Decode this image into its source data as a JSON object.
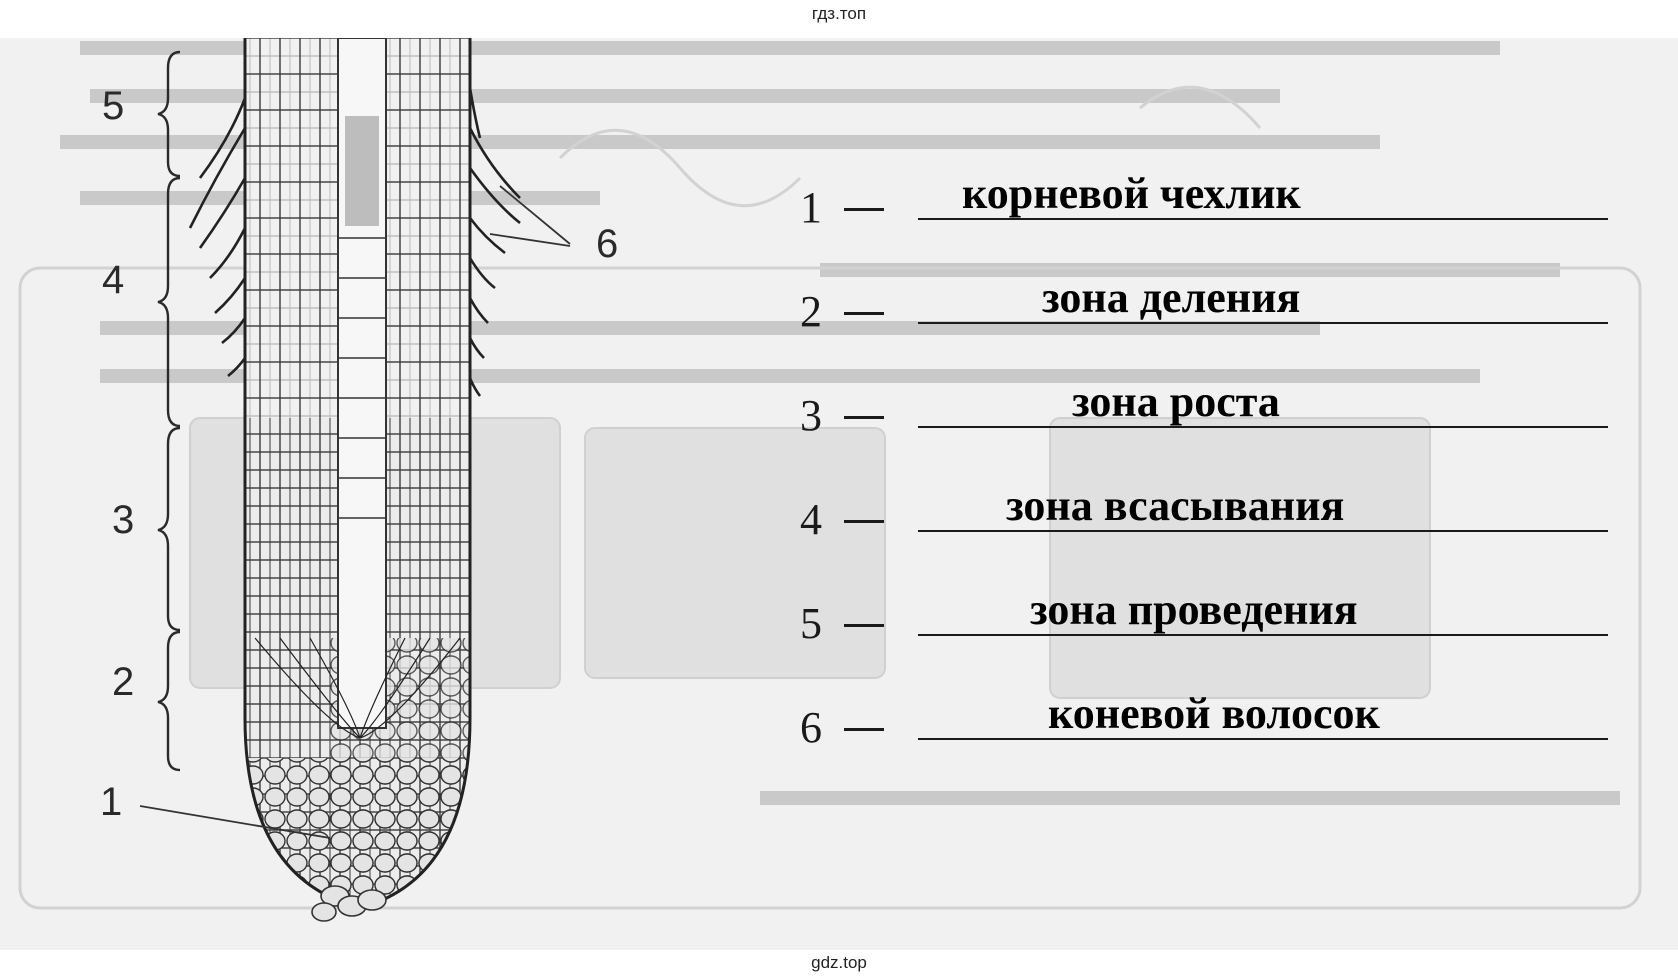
{
  "watermark": {
    "top": "гдз.топ",
    "bottom": "gdz.top"
  },
  "diagram": {
    "zone_labels": [
      "1",
      "2",
      "3",
      "4",
      "5",
      "6"
    ]
  },
  "answers": [
    {
      "number": "1",
      "dash": "—",
      "answer": "корневой чехлик"
    },
    {
      "number": "2",
      "dash": "—",
      "answer": "зона деления"
    },
    {
      "number": "3",
      "dash": "—",
      "answer": "зона роста"
    },
    {
      "number": "4",
      "dash": "—",
      "answer": "зона всасывания"
    },
    {
      "number": "5",
      "dash": "—",
      "answer": "зона проведения"
    },
    {
      "number": "6",
      "dash": "—",
      "answer": "коневой волосок"
    }
  ]
}
